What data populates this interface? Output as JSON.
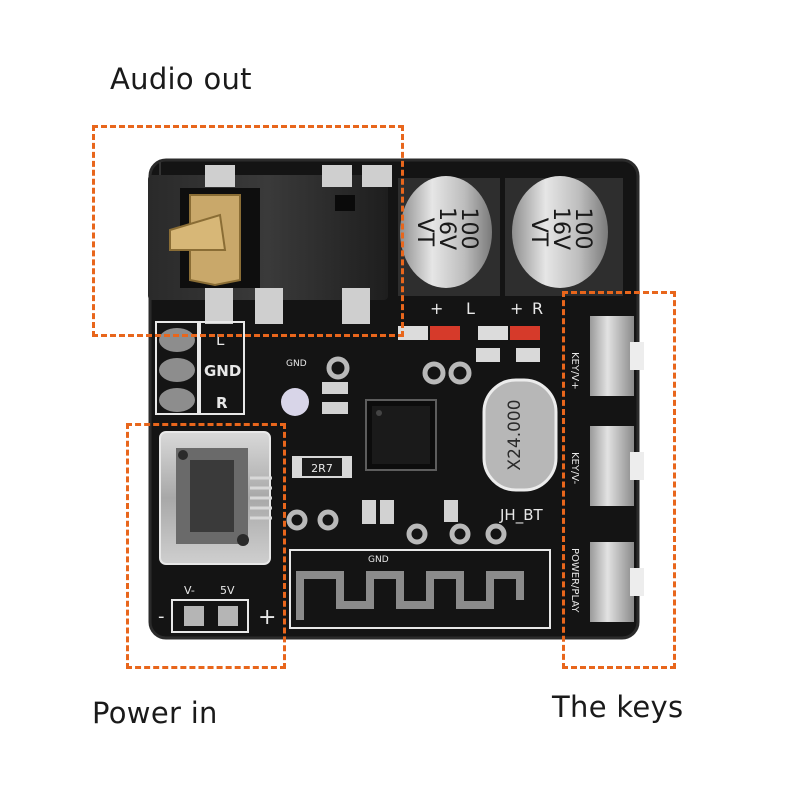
{
  "labels": {
    "audio_out": "Audio out",
    "power_in": "Power in",
    "the_keys": "The keys"
  },
  "colors": {
    "callout_box": "#e8661c",
    "pcb": "#141414",
    "silkscreen": "#e8e8e8",
    "pad": "#b9b9b9",
    "capacitor": "#c9c9c9",
    "led": "#d63a2a"
  },
  "silkscreen": {
    "audio_l": "L",
    "audio_gnd": "GND",
    "audio_r": "R",
    "cap_left_plus": "+",
    "cap_left_name": "L",
    "cap_right_plus": "+",
    "cap_right_name": "R",
    "gnd_top": "GND",
    "gnd_bottom": "GND",
    "module_name": "JH_BT",
    "power_minus_label": "V-",
    "power_plus_label": "5V",
    "power_minus_sign": "-",
    "power_plus_sign": "+",
    "resistor_code": "2R7",
    "crystal": "X24.000",
    "key_top": "KEY/V+",
    "key_mid": "KEY/V-",
    "key_bottom": "POWER/PLAY"
  },
  "capacitors": [
    {
      "value": "100",
      "voltage": "16V",
      "series": "VT"
    },
    {
      "value": "100",
      "voltage": "16V",
      "series": "VT"
    }
  ],
  "icons": {
    "audio_jack": "audio-jack-icon",
    "usb": "micro-usb-icon",
    "button": "tactile-button-icon"
  }
}
